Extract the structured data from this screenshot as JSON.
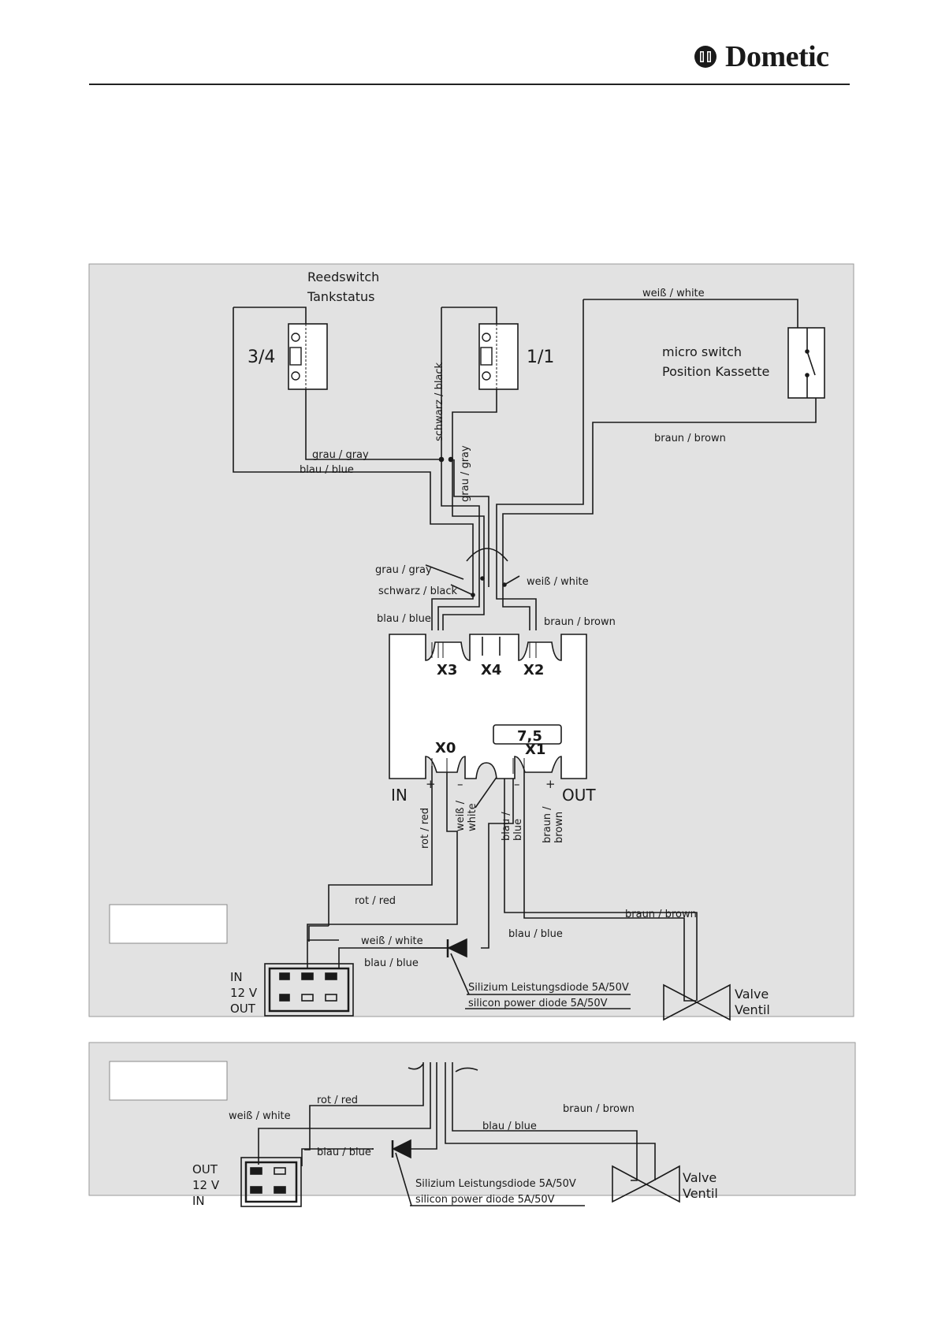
{
  "header": {
    "brand": "Dometic"
  },
  "diagram_top": {
    "reedswitch_title": "Reedswitch",
    "reedswitch_subtitle": "Tankstatus",
    "reed_left_label": "3/4",
    "reed_right_label": "1/1",
    "micro_switch_label1": "micro switch",
    "micro_switch_label2": "Position Kassette",
    "wire_weiss_white_top": "weiß / white",
    "wire_braun_brown_top": "braun / brown",
    "wire_grau_gray_h": "grau / gray",
    "wire_blau_blue_h": "blau / blue",
    "wire_schwarz_black_v": "schwarz / black",
    "wire_grau_gray_v": "grau / gray",
    "bundle_grau_gray": "grau / gray",
    "bundle_schwarz_black": "schwarz / black",
    "bundle_blau_blue": "blau / blue",
    "bundle_weiss_white": "weiß / white",
    "bundle_braun_brown": "braun / brown",
    "conn_x3": "X3",
    "conn_x4": "X4",
    "conn_x2": "X2",
    "conn_x0": "X0",
    "conn_x1": "X1",
    "fuse_label": "7,5",
    "in_label": "IN",
    "out_label": "OUT",
    "plus_left": "+",
    "minus_left": "–",
    "minus_right": "–",
    "plus_right": "+",
    "vwire_rot_red": "rot / red",
    "vwire_weiss_white_1": "weiß /",
    "vwire_weiss_white_2": "white",
    "vwire_blau_blue_1": "blau /",
    "vwire_blau_blue_2": "blue",
    "vwire_braun_brown_1": "braun /",
    "vwire_braun_brown_2": "brown",
    "h_rot_red": "rot / red",
    "h_braun_brown": "braun / brown",
    "h_blau_blue_right": "blau / blue",
    "h_weiss_white": "weiß / white",
    "h_blau_blue_left": "blau / blue",
    "socket_in": "IN",
    "socket_12v": "12  V",
    "socket_out": "OUT",
    "diode_de": "Silizium Leistungsdiode 5A/50V",
    "diode_en": "silicon power diode 5A/50V",
    "valve_en": "Valve",
    "valve_de": "Ventil"
  },
  "diagram_bottom": {
    "h_rot_red": "rot / red",
    "h_weiss_white": "weiß / white",
    "h_braun_brown": "braun / brown",
    "h_blau_blue_right": "blau / blue",
    "h_blau_blue_left": "blau / blue",
    "socket_out": "OUT",
    "socket_12v": "12  V",
    "socket_in": "IN",
    "diode_de": "Silizium Leistungsdiode 5A/50V",
    "diode_en": "silicon power diode 5A/50V",
    "valve_en": "Valve",
    "valve_de": "Ventil"
  },
  "colors": {
    "panel": "#e2e2e2",
    "line": "#1a1a1a"
  }
}
